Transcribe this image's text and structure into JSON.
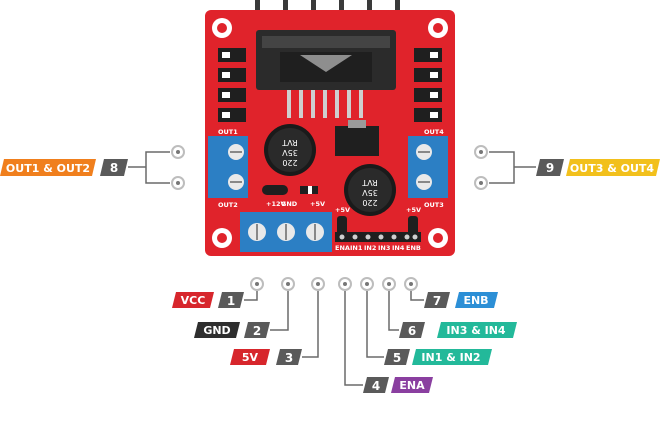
{
  "board": {
    "silkscreen": {
      "out1": "OUT1",
      "out2": "OUT2",
      "out3": "OUT3",
      "out4": "OUT4",
      "v12": "+12V",
      "gnd": "GND",
      "v5": "+5V",
      "v5_right": "+5V",
      "ena": "ENA",
      "in1": "IN1",
      "in2": "IN2",
      "in3": "IN3",
      "in4": "IN4",
      "enb": "ENB"
    },
    "capacitor_text": {
      "line1": "220",
      "line2": "35V",
      "line3": "RVT"
    },
    "colors": {
      "pcb": "#e0232b",
      "terminal": "#2c7fc4",
      "heatsink": "#2b2b2b",
      "chip": "#1f1f1f"
    }
  },
  "callouts": {
    "left": {
      "number": "8",
      "label": "OUT1 & OUT2",
      "color": "#f07f1d"
    },
    "right": {
      "number": "9",
      "label": "OUT3 & OUT4",
      "color": "#f2c01c"
    },
    "bottom": [
      {
        "number": "1",
        "label": "VCC",
        "color": "#d7262c"
      },
      {
        "number": "2",
        "label": "GND",
        "color": "#2e2e2e"
      },
      {
        "number": "3",
        "label": "5V",
        "color": "#d7262c"
      },
      {
        "number": "4",
        "label": "ENA",
        "color": "#8a3fa0"
      },
      {
        "number": "5",
        "label": "IN1 & IN2",
        "color": "#23b99a"
      },
      {
        "number": "6",
        "label": "IN3 & IN4",
        "color": "#23b99a"
      },
      {
        "number": "7",
        "label": "ENB",
        "color": "#2c8fd6"
      }
    ],
    "number_box_color": "#5a5a5a"
  }
}
